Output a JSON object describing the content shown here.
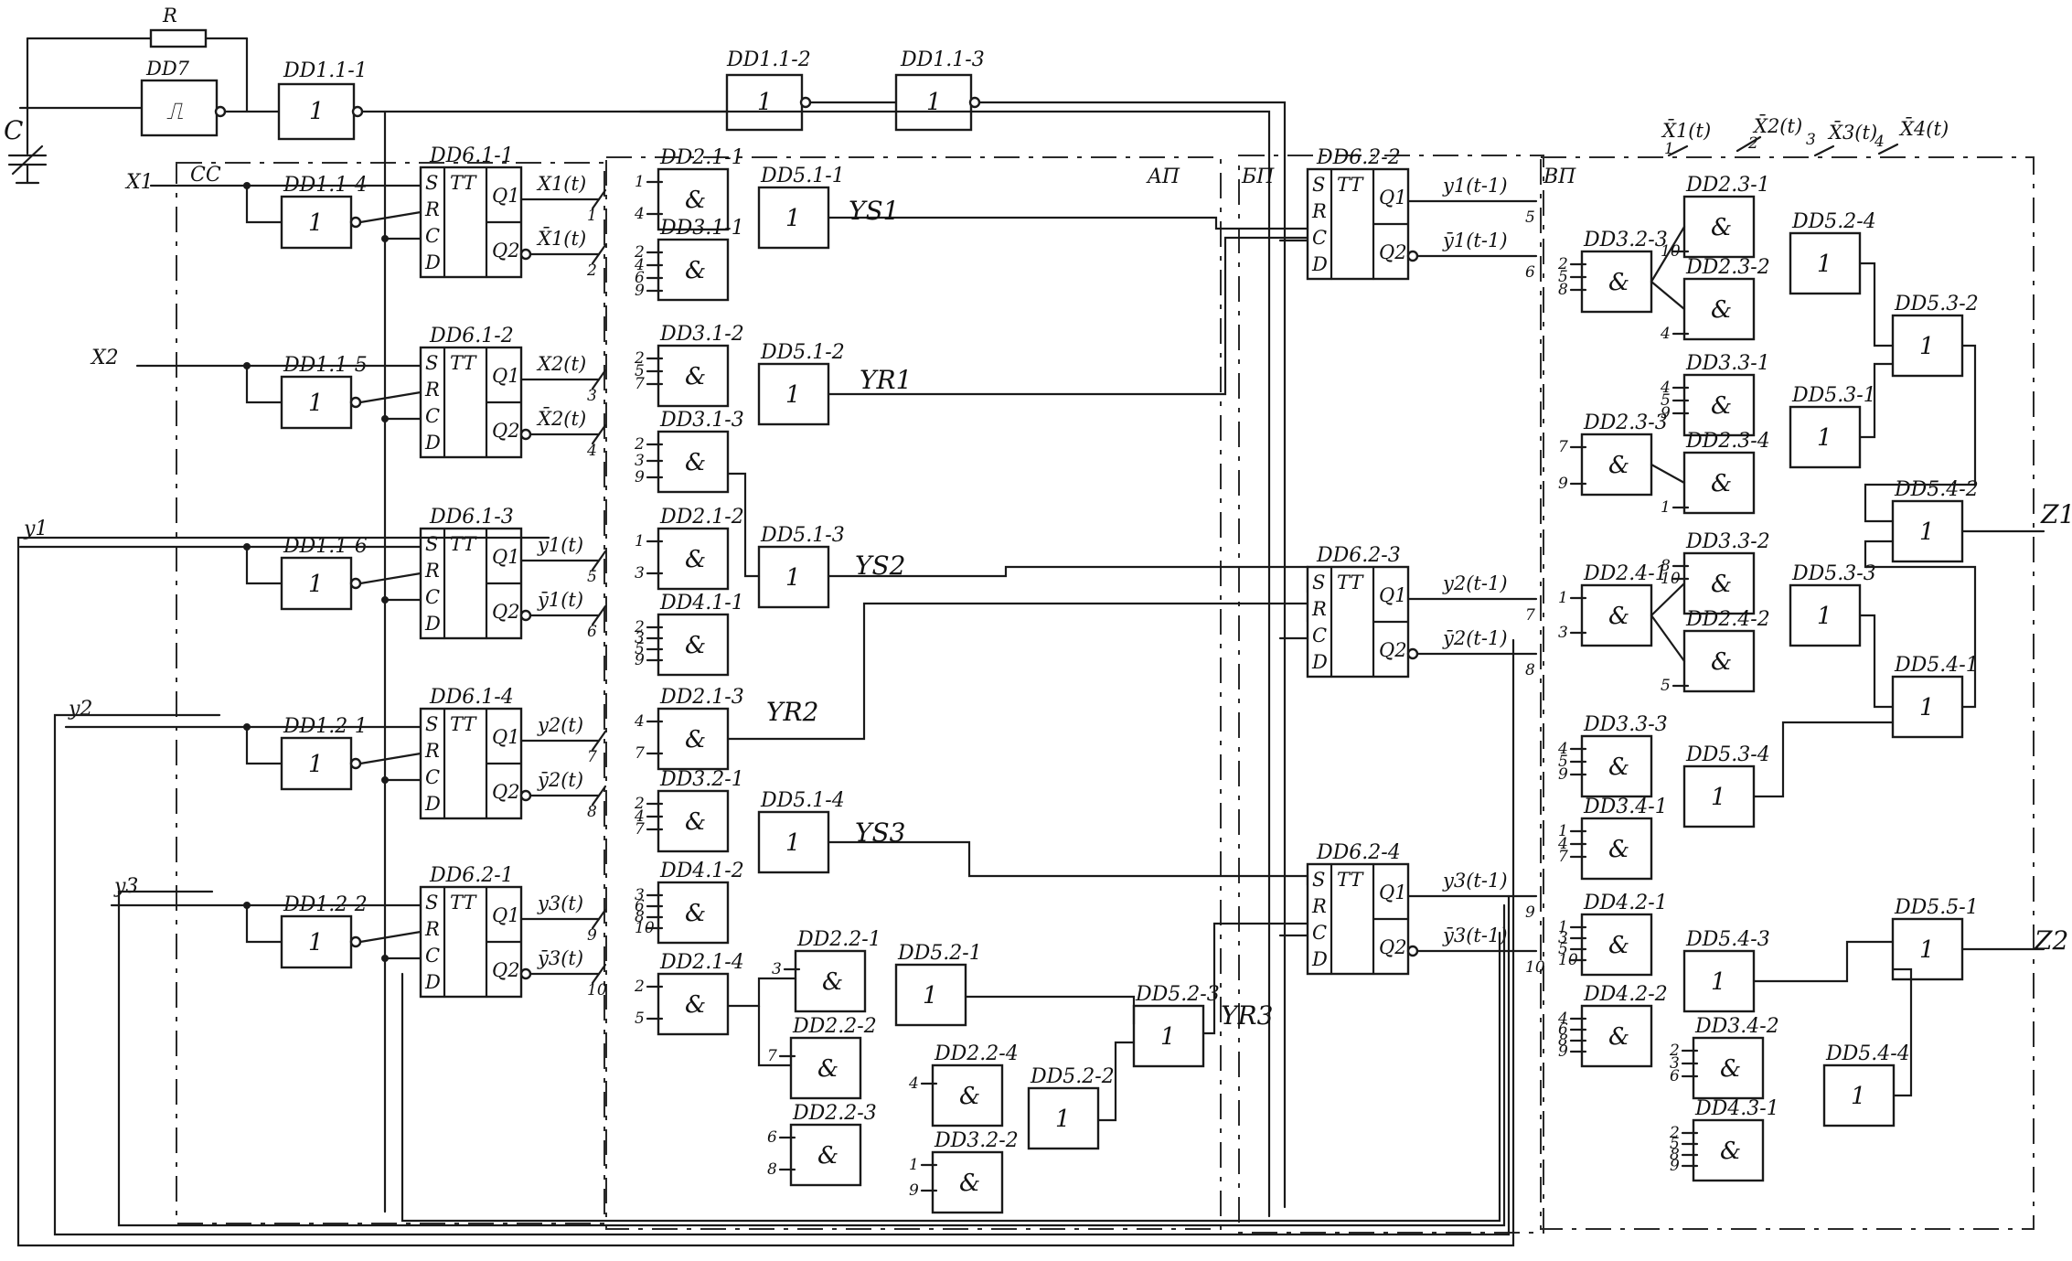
{
  "osc": {
    "r": "R",
    "c": "C",
    "dd7": "DD7",
    "schmitt": "⎍"
  },
  "buf": {
    "dd1_1_1": "DD1.1-1",
    "dd1_1_2": "DD1.1-2",
    "dd1_1_3": "DD1.1-3",
    "dd1_1_4": "DD1.1-4",
    "dd1_1_5": "DD1.1-5",
    "dd1_1_6": "DD1.1-6",
    "dd1_2_1": "DD1.2-1",
    "dd1_2_2": "DD1.2-2",
    "one": "1"
  },
  "inputs": {
    "x1": "X1",
    "x2": "X2",
    "y1": "y1",
    "y2": "y2",
    "y3": "y3"
  },
  "sections": {
    "cc": "CC",
    "ap": "AП",
    "bp": "БП",
    "vp": "ВП"
  },
  "ff": {
    "dd6_1_1": "DD6.1-1",
    "dd6_1_2": "DD6.1-2",
    "dd6_1_3": "DD6.1-3",
    "dd6_1_4": "DD6.1-4",
    "dd6_2_1": "DD6.2-1",
    "dd6_2_2": "DD6.2-2",
    "dd6_2_3": "DD6.2-3",
    "dd6_2_4": "DD6.2-4",
    "tt": "TT",
    "s": "S",
    "r": "R",
    "c": "C",
    "d": "D",
    "q1": "Q1",
    "q2": "Q2"
  },
  "outs": {
    "x1t": "X1(t)",
    "nx1t": "X̄1(t)",
    "x2t": "X2(t)",
    "nx2t": "X̄2(t)",
    "y1t": "y1(t)",
    "ny1t": "ȳ1(t)",
    "y2t": "y2(t)",
    "ny2t": "ȳ2(t)",
    "y3t": "y3(t)",
    "ny3t": "ȳ3(t)",
    "y1t1": "y1(t-1)",
    "ny1t1": "ȳ1(t-1)",
    "y2t1": "y2(t-1)",
    "ny2t1": "ȳ2(t-1)",
    "y3t1": "y3(t-1)",
    "ny3t1": "ȳ3(t-1)"
  },
  "gates": {
    "dd2_1_1": "DD2.1-1",
    "dd3_1_1": "DD3.1-1",
    "dd3_1_2": "DD3.1-2",
    "dd3_1_3": "DD3.1-3",
    "dd2_1_2": "DD2.1-2",
    "dd4_1_1": "DD4.1-1",
    "dd2_1_3": "DD2.1-3",
    "dd3_2_1": "DD3.2-1",
    "dd4_1_2": "DD4.1-2",
    "dd2_1_4": "DD2.1-4",
    "dd2_2_1": "DD2.2-1",
    "dd2_2_2": "DD2.2-2",
    "dd2_2_3": "DD2.2-3",
    "dd2_2_4": "DD2.2-4",
    "dd3_2_2": "DD3.2-2",
    "dd5_1_1": "DD5.1-1",
    "dd5_1_2": "DD5.1-2",
    "dd5_1_3": "DD5.1-3",
    "dd5_1_4": "DD5.1-4",
    "dd5_2_1": "DD5.2-1",
    "dd5_2_2": "DD5.2-2",
    "dd5_2_3": "DD5.2-3",
    "dd3_2_3": "DD3.2-3",
    "dd2_3_1": "DD2.3-1",
    "dd2_3_2": "DD2.3-2",
    "dd5_2_4": "DD5.2-4",
    "dd5_3_2": "DD5.3-2",
    "dd3_3_1": "DD3.3-1",
    "dd2_3_3": "DD2.3-3",
    "dd2_3_4": "DD2.3-4",
    "dd5_3_1": "DD5.3-1",
    "dd5_4_2": "DD5.4-2",
    "dd2_4_1": "DD2.4-1",
    "dd3_3_2": "DD3.3-2",
    "dd2_4_2": "DD2.4-2",
    "dd5_3_3": "DD5.3-3",
    "dd5_4_1": "DD5.4-1",
    "dd3_3_3": "DD3.3-3",
    "dd5_3_4": "DD5.3-4",
    "dd3_4_1": "DD3.4-1",
    "dd4_2_1": "DD4.2-1",
    "dd4_2_2": "DD4.2-2",
    "dd5_4_3": "DD5.4-3",
    "dd5_5_1": "DD5.5-1",
    "dd3_4_2": "DD3.4-2",
    "dd5_4_4": "DD5.4-4",
    "dd4_3_1": "DD4.3-1",
    "and": "&",
    "or": "1"
  },
  "signals": {
    "ys1": "YS1",
    "yr1": "YR1",
    "ys2": "YS2",
    "yr2": "YR2",
    "ys3": "YS3",
    "yr3": "YR3",
    "z1": "Z1",
    "z2": "Z2"
  },
  "top_inputs": {
    "x1t": "X̄1(t)",
    "x2t": "X̄2(t)",
    "x3t": "X̄3(t)",
    "x4t": "X̄4(t)"
  }
}
